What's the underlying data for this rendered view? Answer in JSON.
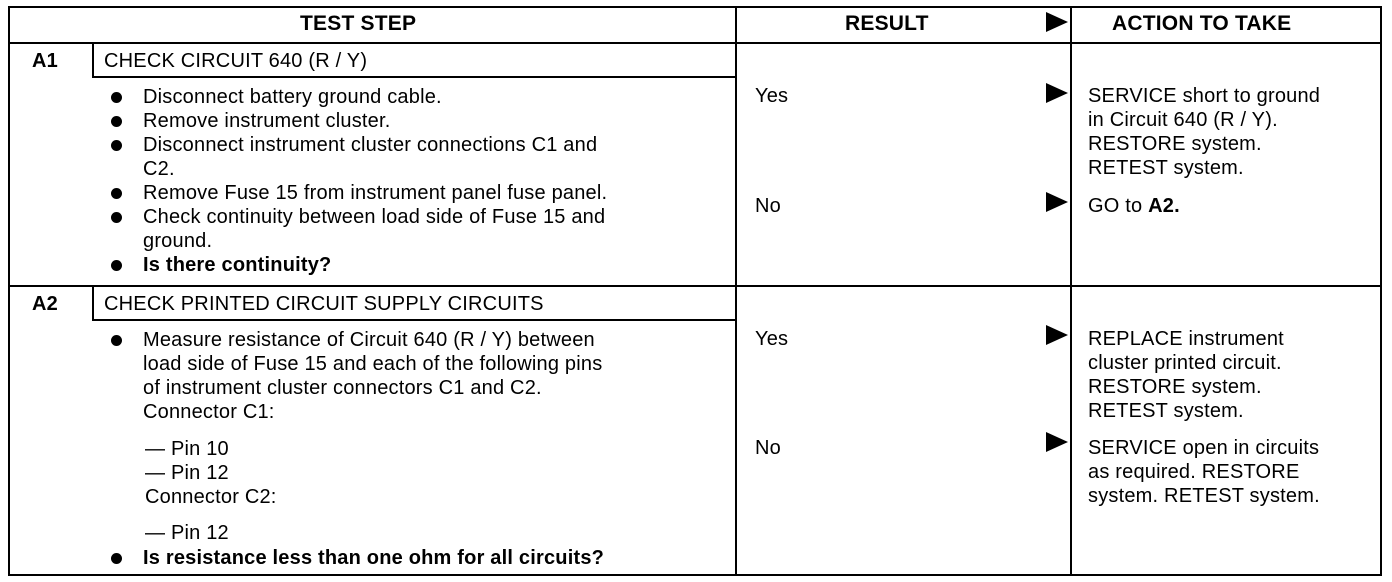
{
  "headers": {
    "test_step": "TEST STEP",
    "result": "RESULT",
    "action": "ACTION TO TAKE"
  },
  "steps": [
    {
      "id": "A1",
      "title": "CHECK CIRCUIT 640 (R / Y)",
      "bullets": [
        "Disconnect battery ground cable.",
        "Remove instrument cluster.",
        "Disconnect instrument cluster connections C1 and\nC2.",
        "Remove Fuse 15 from instrument panel fuse panel.",
        "Check continuity between load side of Fuse 15 and\nground.",
        "Is there continuity?"
      ],
      "results": [
        {
          "result": "Yes",
          "action": "SERVICE short to ground\nin Circuit 640 (R / Y).\nRESTORE system.\nRETEST system."
        },
        {
          "result": "No",
          "action_prefix": "GO to ",
          "action_bold": "A2."
        }
      ]
    },
    {
      "id": "A2",
      "title": "CHECK PRINTED CIRCUIT SUPPLY CIRCUITS",
      "bullet_main": "Measure resistance of Circuit 640 (R / Y) between\nload side of Fuse 15 and each of the following pins\nof instrument cluster connectors C1 and C2.\nConnector C1:",
      "c1_pins": [
        "— Pin 10",
        "— Pin 12"
      ],
      "connector_c2": "Connector C2:",
      "c2_pins": [
        "— Pin 12"
      ],
      "bullet_question": "Is resistance less than one ohm for all circuits?",
      "results": [
        {
          "result": "Yes",
          "action": "REPLACE instrument\ncluster printed circuit.\nRESTORE system.\nRETEST system."
        },
        {
          "result": "No",
          "action": "SERVICE open in circuits\nas required. RESTORE\nsystem. RETEST system."
        }
      ]
    }
  ]
}
